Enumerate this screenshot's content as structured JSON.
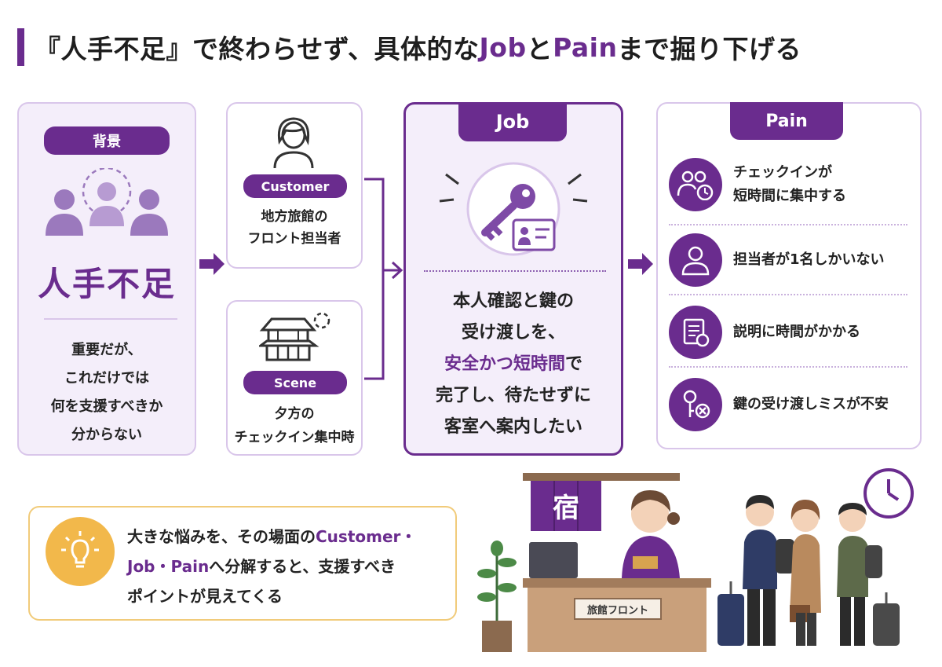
{
  "title": {
    "part1": "『人手不足』で終わらせず、具体的な",
    "job": "Job",
    "part2": "と",
    "pain": "Pain",
    "part3": "まで掘り下げる"
  },
  "background": {
    "label": "背景",
    "main": "人手不足",
    "desc_lines": [
      "重要だが、",
      "これだけでは",
      "何を支援すべきか",
      "分からない"
    ]
  },
  "customer": {
    "label": "Customer",
    "desc_lines": [
      "地方旅館の",
      "フロント担当者"
    ]
  },
  "scene": {
    "label": "Scene",
    "desc_lines": [
      "夕方の",
      "チェックイン集中時"
    ]
  },
  "job": {
    "label": "Job",
    "line1": "本人確認と鍵の",
    "line2": "受け渡しを、",
    "line3_accent": "安全かつ短時間",
    "line3_rest": "で",
    "line4": "完了し、待たせずに",
    "line5": "客室へ案内したい"
  },
  "pain": {
    "label": "Pain",
    "items": [
      {
        "icon": "people-clock-icon",
        "lines": [
          "チェックインが",
          "短時間に集中する"
        ]
      },
      {
        "icon": "person-icon",
        "lines": [
          "担当者が1名しかいない"
        ]
      },
      {
        "icon": "document-chat-icon",
        "lines": [
          "説明に時間がかかる"
        ]
      },
      {
        "icon": "key-x-icon",
        "lines": [
          "鍵の受け渡しミスが不安"
        ]
      }
    ]
  },
  "tip": {
    "icon": "lightbulb-icon",
    "line1_a": "大きな悩みを、その場面の",
    "line1_accent": "Customer・",
    "line2_accent": "Job・Pain",
    "line2_b": "へ分解すると、支援すべき",
    "line3": "ポイントが見えてくる"
  },
  "illustration": {
    "noren": "宿",
    "desk_sign": "旅館フロント"
  },
  "colors": {
    "primary": "#6a2c8e",
    "light": "#f4eefa",
    "border": "#d9c6ea",
    "tip_border": "#f1cb7a",
    "tip_icon": "#f2b84b"
  }
}
